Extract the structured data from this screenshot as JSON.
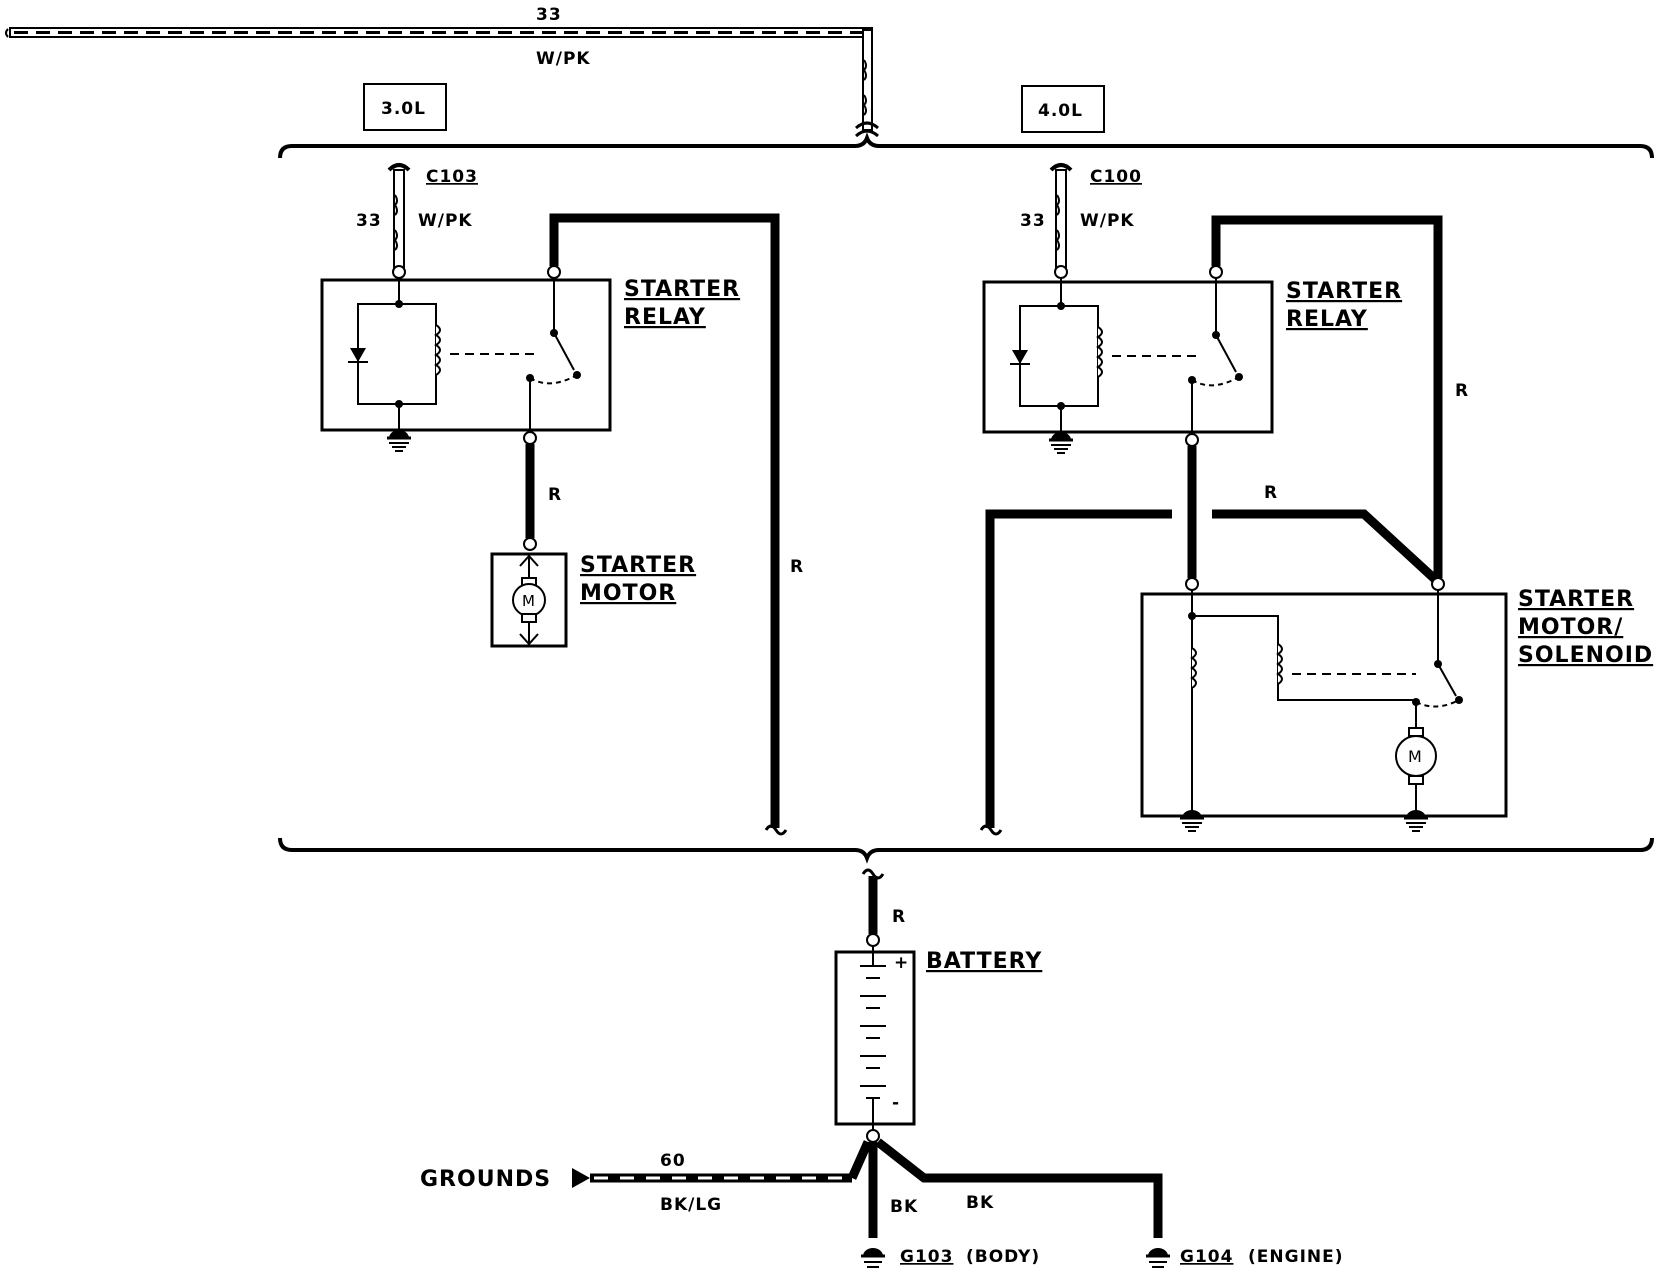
{
  "colors": {
    "ink": "#000000",
    "paper": "#ffffff"
  },
  "top_wire": {
    "circuit": "33",
    "color": "W/PK"
  },
  "variants": {
    "left": "3.0L",
    "right": "4.0L"
  },
  "left": {
    "connector": "C103",
    "wire_circuit": "33",
    "wire_color": "W/PK",
    "relay": [
      "STARTER",
      "RELAY"
    ],
    "motor": [
      "STARTER",
      "MOTOR"
    ],
    "motor_symbol": "M",
    "wire_r_motor": "R",
    "wire_r_feed": "R"
  },
  "right": {
    "connector": "C100",
    "wire_circuit": "33",
    "wire_color": "W/PK",
    "relay": [
      "STARTER",
      "RELAY"
    ],
    "solenoid": [
      "STARTER",
      "MOTOR/",
      "SOLENOID"
    ],
    "motor_symbol": "M",
    "wire_r_top": "R",
    "wire_r_mid": "R"
  },
  "battery": {
    "label": "BATTERY",
    "wire_r": "R",
    "plus": "+",
    "minus": "-"
  },
  "grounds": {
    "label": "GROUNDS",
    "circuit": "60",
    "color": "BK/LG",
    "wire_bk_1": "BK",
    "wire_bk_2": "BK",
    "g103": "G103",
    "g103_desc": "(BODY)",
    "g104": "G104",
    "g104_desc": "(ENGINE)"
  }
}
